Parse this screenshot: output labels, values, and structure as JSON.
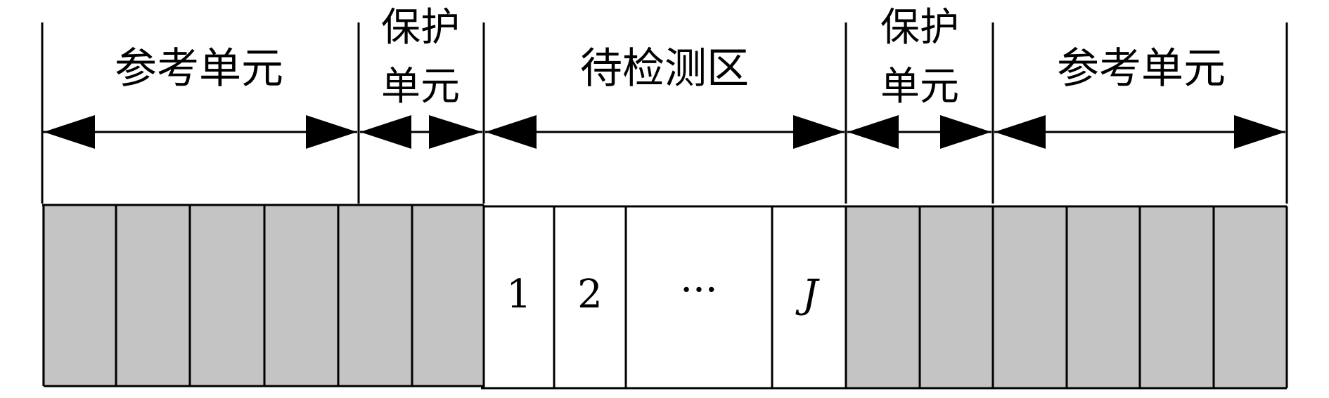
{
  "labels": {
    "ref_left": "参考单元",
    "guard_left_line1": "保护",
    "guard_left_line2": "单元",
    "test_zone": "待检测区",
    "guard_right_line1": "保护",
    "guard_right_line2": "单元",
    "ref_right": "参考单元"
  },
  "cells": {
    "test": [
      "1",
      "2",
      "···",
      "J"
    ]
  },
  "colors": {
    "reference_fill": "#c4c4c4",
    "guard_fill": "#c4c4c4",
    "test_fill": "#ffffff",
    "stroke": "#000000"
  }
}
